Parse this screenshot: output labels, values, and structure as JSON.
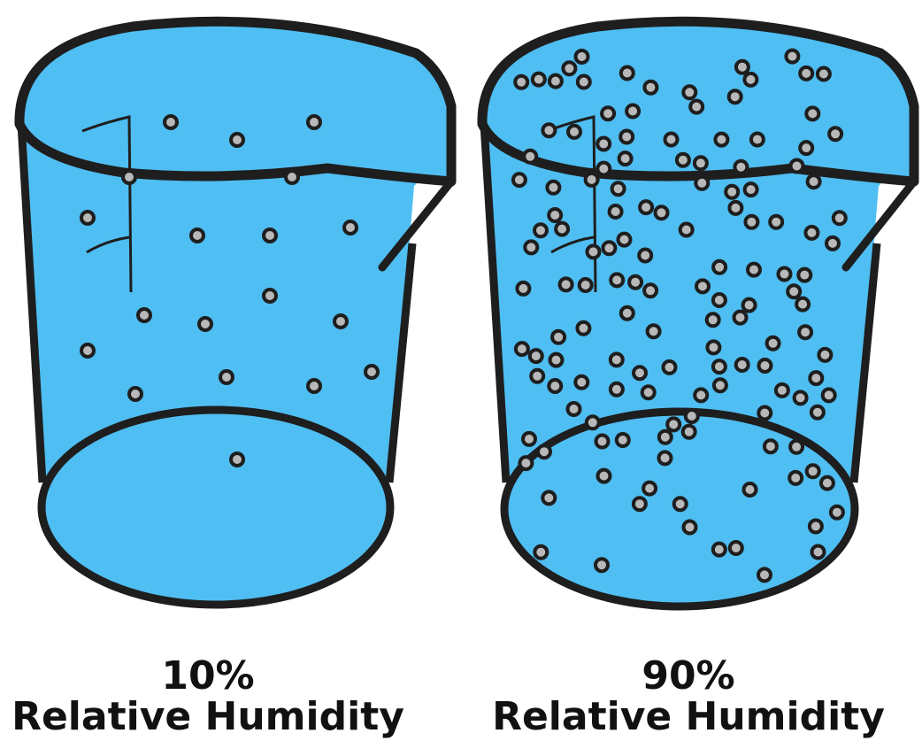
{
  "beakers": [
    {
      "percent": "10%",
      "label": "Relative Humidity",
      "molecule_count": 19
    },
    {
      "percent": "90%",
      "label": "Relative Humidity",
      "molecule_count": 140
    }
  ],
  "colors": {
    "water": "#4fbef2",
    "outline": "#1e1e1e",
    "molecule_fill": "#b8b8b8",
    "molecule_stroke": "#1e1e1e"
  }
}
